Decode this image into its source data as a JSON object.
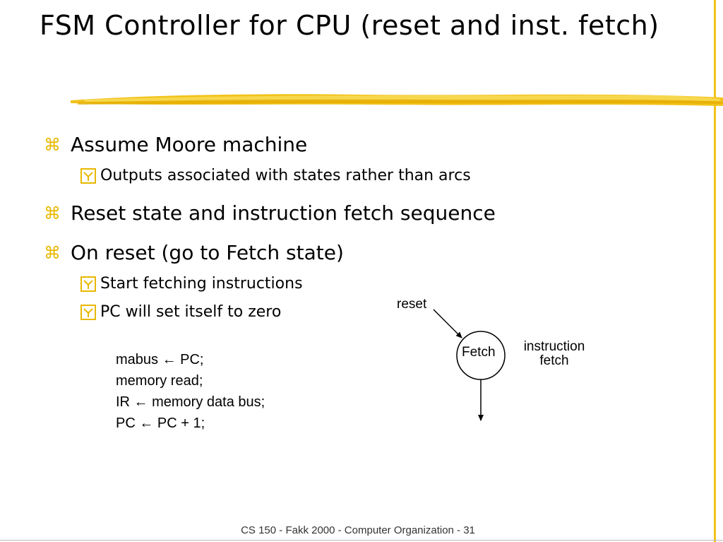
{
  "slide": {
    "title": "FSM Controller for CPU (reset and inst. fetch)",
    "accent_color": "#f2c21a",
    "bullets": [
      {
        "icon": "command-icon",
        "text": "Assume Moore machine",
        "subs": [
          {
            "icon": "checkbox-icon",
            "text": "Outputs associated with states rather than arcs"
          }
        ]
      },
      {
        "icon": "command-icon",
        "text": "Reset state and instruction fetch sequence",
        "subs": []
      },
      {
        "icon": "command-icon",
        "text": "On reset (go to Fetch state)",
        "subs": [
          {
            "icon": "checkbox-icon",
            "text": "Start fetching instructions"
          },
          {
            "icon": "checkbox-icon",
            "text": "PC will set itself to zero"
          }
        ]
      }
    ],
    "code_lines": [
      "mabus ← PC;",
      "memory read;",
      "IR ← memory data bus;",
      "PC ← PC + 1;"
    ],
    "diagram": {
      "reset_label": "reset",
      "state_label": "Fetch",
      "note_line1": "instruction",
      "note_line2": "fetch"
    },
    "footer": "CS 150 - Fakk 2000 - Computer Organization - 31"
  }
}
